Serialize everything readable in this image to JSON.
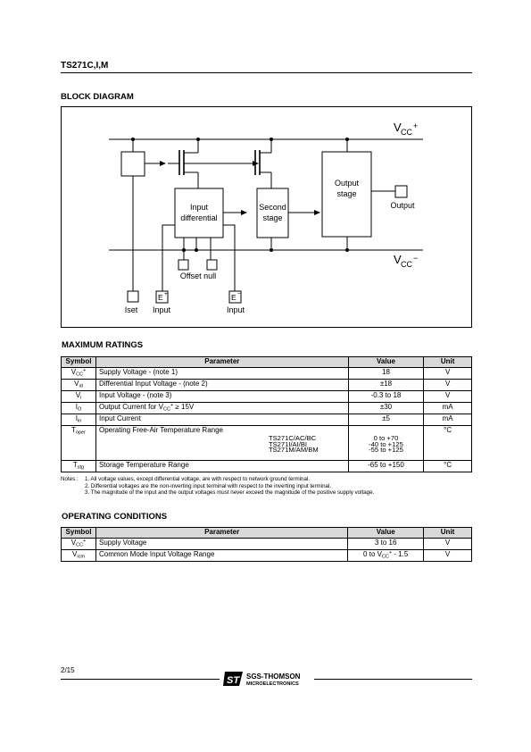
{
  "header": {
    "title": "TS271C,I,M"
  },
  "block_diagram": {
    "title": "BLOCK DIAGRAM",
    "labels": {
      "vcc_plus_main": "V",
      "vcc_plus_sub": "CC",
      "vcc_plus_sign": "+",
      "vcc_minus_main": "V",
      "vcc_minus_sub": "CC",
      "vcc_minus_sign": "−",
      "input_differential_1": "Input",
      "input_differential_2": "differential",
      "second_stage_1": "Second",
      "second_stage_2": "stage",
      "output_stage_1": "Output",
      "output_stage_2": "stage",
      "output": "Output",
      "offset_null": "Offset null",
      "iset": "Iset",
      "input_plus_box": "E",
      "input_plus_sign": "+",
      "input_plus_label": "Input",
      "input_minus_box": "E",
      "input_minus_sign": "−",
      "input_minus_label": "Input"
    }
  },
  "maximum_ratings": {
    "title": "MAXIMUM RATINGS",
    "headers": {
      "symbol": "Symbol",
      "parameter": "Parameter",
      "value": "Value",
      "unit": "Unit"
    },
    "rows": [
      {
        "sym_main": "V",
        "sym_sub": "CC",
        "sym_sup": "+",
        "parameter": "Supply Voltage - (note 1)",
        "value": "18",
        "unit": "V"
      },
      {
        "sym_main": "V",
        "sym_sub": "id",
        "sym_sup": "",
        "parameter": "Differential Input Voltage - (note 2)",
        "value": "±18",
        "unit": "V"
      },
      {
        "sym_main": "V",
        "sym_sub": "i",
        "sym_sup": "",
        "parameter": "Input Voltage - (note 3)",
        "value": "-0.3 to 18",
        "unit": "V"
      },
      {
        "sym_main": "I",
        "sym_sub": "O",
        "sym_sup": "",
        "parameter_a": "Output Current for V",
        "parameter_sub": "CC",
        "parameter_sup": "+",
        "parameter_b": " ≥ 15V",
        "value": "±30",
        "unit": "mA"
      },
      {
        "sym_main": "I",
        "sym_sub": "in",
        "sym_sup": "",
        "parameter": "Input Current",
        "value": "±5",
        "unit": "mA"
      }
    ],
    "oper_row": {
      "sym_main": "T",
      "sym_sub": "oper",
      "parameter": "Operating Free-Air Temperature Range",
      "sub_rows": [
        {
          "device": "TS271C/AC/BC",
          "value": "0 to +70"
        },
        {
          "device": "TS271I/AI/BI",
          "value": "-40 to +125"
        },
        {
          "device": "TS271M/AM/BM",
          "value": "-55 to +125"
        }
      ],
      "unit": "°C"
    },
    "stg_row": {
      "sym_main": "T",
      "sym_sub": "stg",
      "parameter": "Storage Temperature Range",
      "value": "-65 to +150",
      "unit": "°C"
    },
    "notes": {
      "label": "Notes :",
      "items": [
        "1.  All voltage values, except differential voltage, are with respect to network ground terminal.",
        "2.  Differential voltages are the non-inverting input terminal with respect to the inverting input terminal.",
        "3.  The magnitude of the input and the output voltages must never exceed the magnitude of the positive supply voltage."
      ]
    }
  },
  "operating_conditions": {
    "title": "OPERATING CONDITIONS",
    "headers": {
      "symbol": "Symbol",
      "parameter": "Parameter",
      "value": "Value",
      "unit": "Unit"
    },
    "rows": [
      {
        "sym_main": "V",
        "sym_sub": "CC",
        "sym_sup": "+",
        "parameter": "Supply Voltage",
        "value_a": "3 to 16",
        "value_sub": "",
        "value_sup": "",
        "value_b": "",
        "unit": "V"
      },
      {
        "sym_main": "V",
        "sym_sub": "icm",
        "sym_sup": "",
        "parameter": "Common Mode Input Voltage Range",
        "value_a": "0 to V",
        "value_sub": "CC",
        "value_sup": "+",
        "value_b": " - 1.5",
        "unit": "V"
      }
    ]
  },
  "footer": {
    "page": "2/15",
    "logo_mark": "ST",
    "logo_line1": "SGS-THOMSON",
    "logo_line2": "MICROELECTRONICS"
  }
}
